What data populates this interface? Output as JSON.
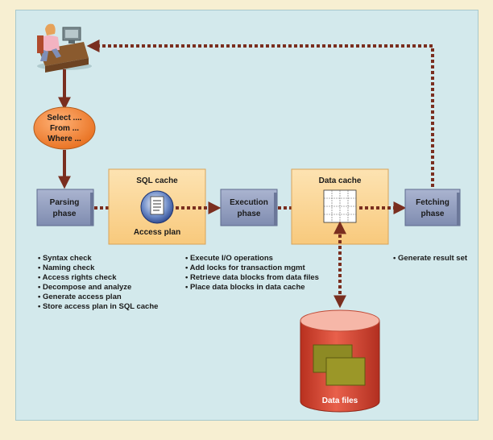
{
  "query": {
    "line1": "Select ....",
    "line2": "From ...",
    "line3": "Where ..."
  },
  "parsing": {
    "line1": "Parsing",
    "line2": "phase"
  },
  "sql_cache": {
    "title": "SQL cache",
    "subtitle": "Access plan"
  },
  "execution": {
    "line1": "Execution",
    "line2": "phase"
  },
  "data_cache": {
    "title": "Data cache"
  },
  "fetching": {
    "line1": "Fetching",
    "line2": "phase"
  },
  "data_files": {
    "label": "Data files"
  },
  "parsing_steps": [
    "Syntax check",
    "Naming check",
    "Access rights check",
    "Decompose and analyze",
    "Generate access plan",
    "Store access plan in SQL cache"
  ],
  "execution_steps": [
    "Execute I/O operations",
    "Add locks for transaction mgmt",
    "Retrieve data blocks from data files",
    "Place data blocks in data cache"
  ],
  "fetching_steps": [
    "Generate result set"
  ],
  "colors": {
    "arrow": "#7a2e1f",
    "phase_box": "#8e9bbd",
    "cache_box": "#fbd79a",
    "ellipse": "#f0873a",
    "cylinder": "#d94a38",
    "block": "#8d8a24"
  }
}
